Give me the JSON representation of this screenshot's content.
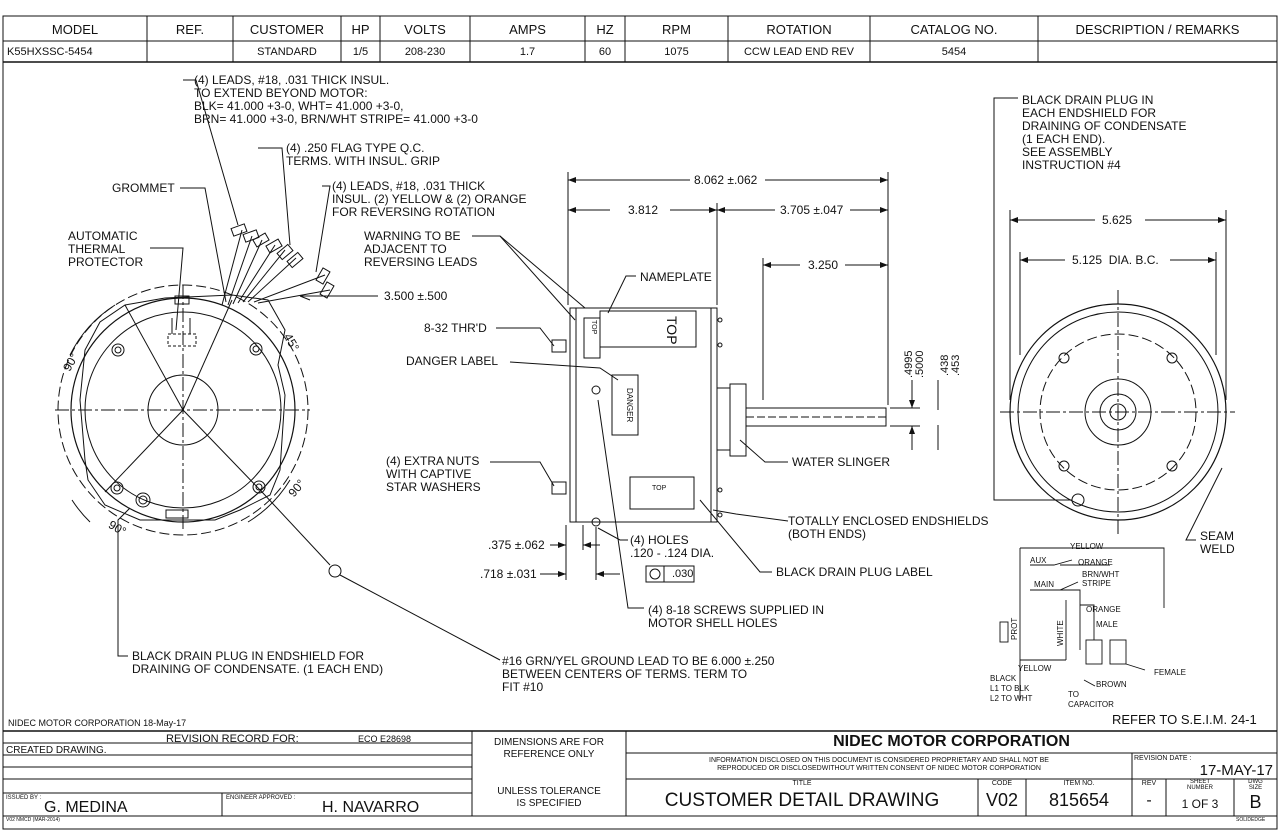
{
  "header_table": {
    "columns": [
      "MODEL",
      "REF.",
      "CUSTOMER",
      "HP",
      "VOLTS",
      "AMPS",
      "HZ",
      "RPM",
      "ROTATION",
      "CATALOG NO.",
      "DESCRIPTION / REMARKS"
    ],
    "row": [
      "K55HXSSC-5454",
      "",
      "STANDARD",
      "1/5",
      "208-230",
      "1.7",
      "60",
      "1075",
      "CCW LEAD END REV",
      "5454",
      ""
    ]
  },
  "notes": {
    "leads1": "(4) LEADS, #18, .031 THICK INSUL.\nTO EXTEND BEYOND MOTOR:\nBLK= 41.000 +3-0, WHT= 41.000 +3-0,\nBRN= 41.000 +3-0, BRN/WHT STRIPE= 41.000 +3-0",
    "flag": "(4) .250 FLAG TYPE Q.C.\nTERMS. WITH INSUL. GRIP",
    "leads2": "(4) LEADS, #18, .031 THICK\nINSUL. (2) YELLOW & (2) ORANGE\nFOR REVERSING ROTATION",
    "grommet": "GROMMET",
    "thermal": "AUTOMATIC\nTHERMAL\nPROTECTOR",
    "warning": "WARNING TO BE\nADJACENT TO\nREVERSING LEADS",
    "nameplate": "NAMEPLATE",
    "thrd": "8-32 THR'D",
    "danger": "DANGER LABEL",
    "extra_nuts": "(4) EXTRA NUTS\nWITH CAPTIVE\nSTAR WASHERS",
    "water_slinger": "WATER SLINGER",
    "enclosed": "TOTALLY ENCLOSED ENDSHIELDS\n(BOTH ENDS)",
    "drain_label": "BLACK DRAIN PLUG LABEL",
    "holes": "(4) HOLES\n.120 - .124 DIA.",
    "tol030": ".030",
    "screws": "(4) 8-18 SCREWS SUPPLIED IN\nMOTOR SHELL HOLES",
    "drain_left": "BLACK DRAIN PLUG IN ENDSHIELD FOR\nDRAINING OF CONDENSATE. (1 EACH END)",
    "ground": "#16 GRN/YEL GROUND LEAD TO BE 6.000 ±.250\nBETWEEN CENTERS OF TERMS. TERM TO\nFIT #10",
    "drain_right": "BLACK DRAIN PLUG IN\nEACH ENDSHIELD FOR\nDRAINING OF CONDENSATE\n(1 EACH END).\nSEE ASSEMBLY\nINSTRUCTION #4",
    "seam": "SEAM\nWELD",
    "refer": "REFER TO S.E.I.M. 24-1",
    "top": "TOP",
    "danger_word": "DANGER"
  },
  "dimensions": {
    "d8062": "8.062 ±.062",
    "d3812": "3.812",
    "d3705": "3.705 ±.047",
    "d3250": "3.250",
    "d3500": "3.500 ±.500",
    "d4995": ".4995\n.5000",
    "d438": ".438\n.453",
    "d375": ".375 ±.062",
    "d718": ".718 ±.031",
    "d5625": "5.625",
    "d5125": "5.125  DIA. B.C.",
    "a90a": "90°",
    "a90b": "90°",
    "a90c": "90°",
    "a45": "45°"
  },
  "wiring": {
    "yellow": "YELLOW",
    "aux": "AUX",
    "orange": "ORANGE",
    "main": "MAIN",
    "brnwht": "BRN/WHT\nSTRIPE",
    "orange2": "ORANGE",
    "male": "MALE",
    "prot": "PROT",
    "white": "WHITE",
    "yellow2": "YELLOW",
    "female": "FEMALE",
    "black": "BLACK\nL1 TO BLK\nL2 TO WHT",
    "brown": "BROWN",
    "to_cap": "TO\nCAPACITOR"
  },
  "title_block": {
    "company_line": "NIDEC MOTOR CORPORATION 18-May-17",
    "revision_record": "REVISION RECORD FOR:",
    "eco": "ECO E28698",
    "created": "CREATED DRAWING.",
    "issued_by_label": "ISSUED BY :",
    "issued_by": "G. MEDINA",
    "engineer_label": "ENGINEER APPROVED :",
    "engineer": "H. NAVARRO",
    "dims_ref": "DIMENSIONS ARE FOR\nREFERENCE ONLY",
    "tolerance": "UNLESS TOLERANCE\nIS SPECIFIED",
    "company": "NIDEC MOTOR CORPORATION",
    "disclaimer": "INFORMATION DISCLOSED ON THIS DOCUMENT IS CONSIDERED PROPRIETARY AND SHALL NOT BE\nREPRODUCED OR DISCLOSEDWITHOUT WRITTEN CONSENT OF NIDEC MOTOR CORPORATION",
    "rev_date_label": "REVISION DATE :",
    "rev_date": "17-MAY-17",
    "title_label": "TITLE",
    "title": "CUSTOMER  DETAIL  DRAWING",
    "code_label": "CODE",
    "code": "V02",
    "item_label": "ITEM NO.",
    "item": "815654",
    "rev_label": "REV",
    "rev": "-",
    "sheet_label": "SHEET\nNUMBER",
    "sheet": "1  OF  3",
    "size_label": "DWG\nSIZE",
    "size": "B",
    "form": "V02  NMCD (MAR-2014)",
    "cad": "SOLIDEDGE"
  }
}
